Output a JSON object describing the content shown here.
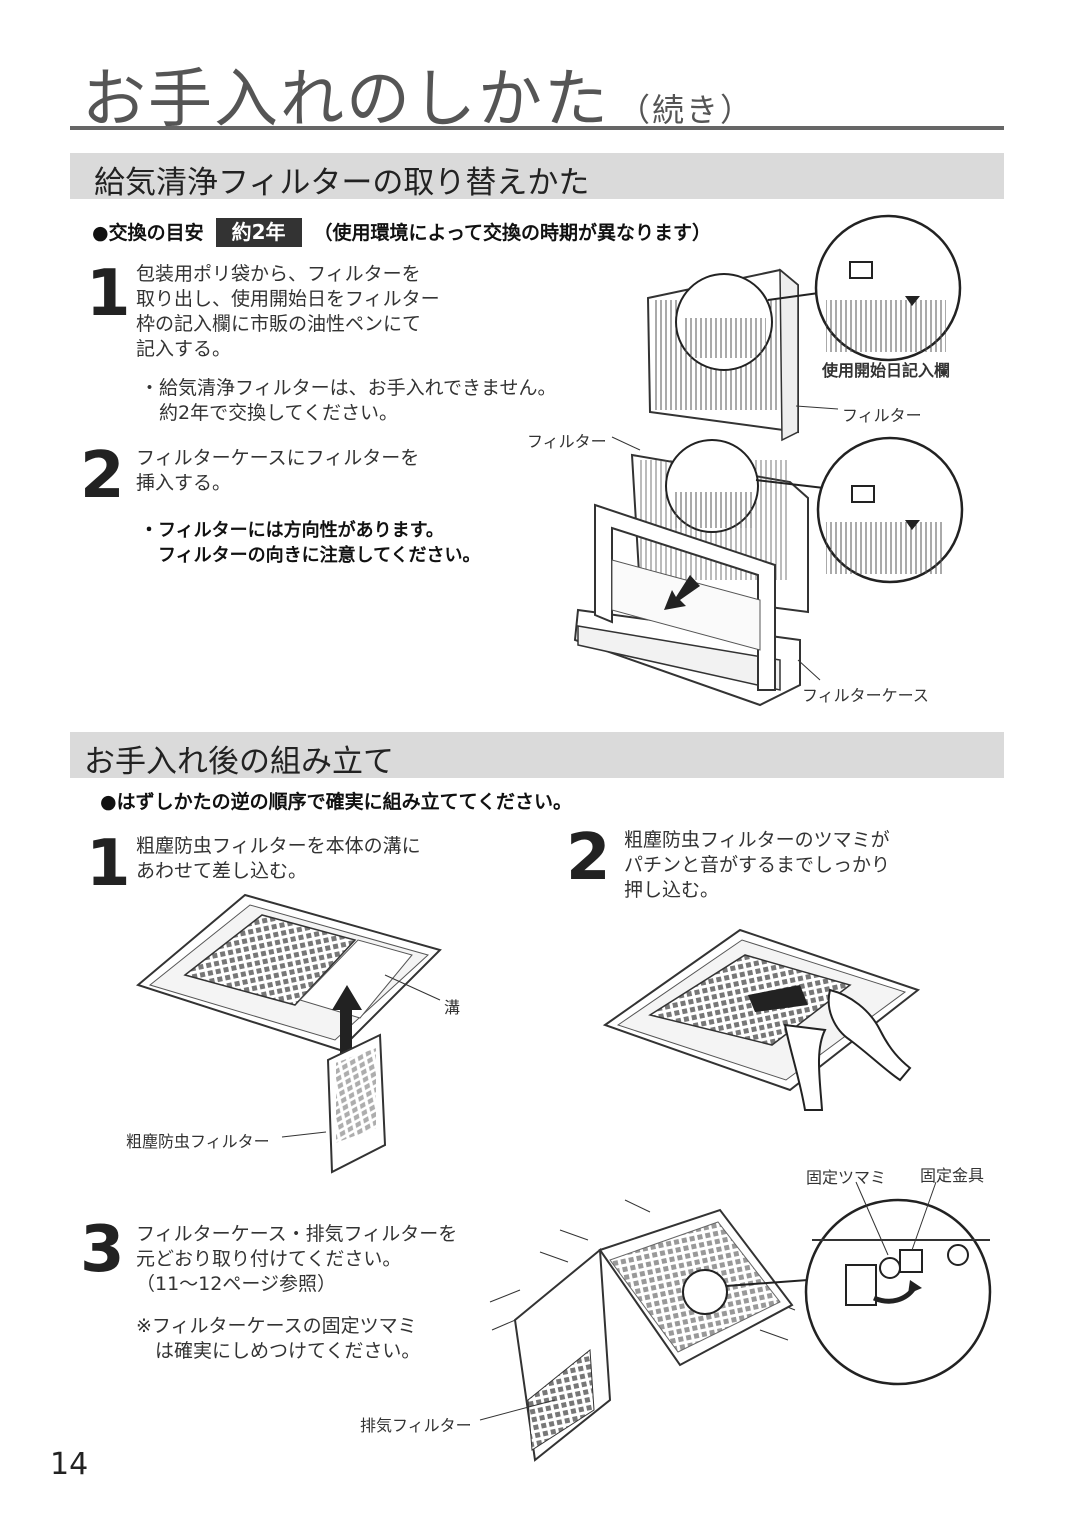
{
  "header": {
    "title": "お手入れのしかた",
    "title_suffix": "（続き）"
  },
  "section1": {
    "heading": "給気清浄フィルターの取り替えかた",
    "guide_prefix": "●交換の目安",
    "guide_badge": "約2年",
    "guide_note": "（使用環境によって交換の時期が異なります）",
    "steps": [
      {
        "number": "1",
        "lines": [
          "包装用ポリ袋から、フィルターを",
          "取り出し、使用開始日をフィルター",
          "枠の記入欄に市販の油性ペンにて",
          "記入する。"
        ],
        "notes": [
          "・給気清浄フィルターは、お手入れできません。",
          "　約2年で交換してください。"
        ]
      },
      {
        "number": "2",
        "lines": [
          "フィルターケースにフィルターを",
          "挿入する。"
        ],
        "notes": [
          "・フィルターには方向性があります。",
          "　フィルターの向きに注意してください。"
        ]
      }
    ],
    "labels": {
      "date_field": "使用開始日記入欄",
      "filter_right": "フィルター",
      "filter_left": "フィルター",
      "filter_case": "フィルターケース"
    }
  },
  "section2": {
    "heading": "お手入れ後の組み立て",
    "intro": "●はずしかたの逆の順序で確実に組み立ててください。",
    "steps": [
      {
        "number": "1",
        "lines": [
          "粗塵防虫フィルターを本体の溝に",
          "あわせて差し込む。"
        ]
      },
      {
        "number": "2",
        "lines": [
          "粗塵防虫フィルターのツマミが",
          "パチンと音がするまでしっかり",
          "押し込む。"
        ]
      },
      {
        "number": "3",
        "lines": [
          "フィルターケース・排気フィルターを",
          "元どおり取り付けてください。",
          "（11～12ページ参照）"
        ],
        "notes": [
          "※フィルターケースの固定ツマミ",
          "　は確実にしめつけてください。"
        ]
      }
    ],
    "labels": {
      "groove": "溝",
      "coarse_filter": "粗塵防虫フィルター",
      "knob": "固定ツマミ",
      "bracket": "固定金具",
      "exhaust_filter": "排気フィルター"
    }
  },
  "footer": {
    "page_number": "14"
  }
}
